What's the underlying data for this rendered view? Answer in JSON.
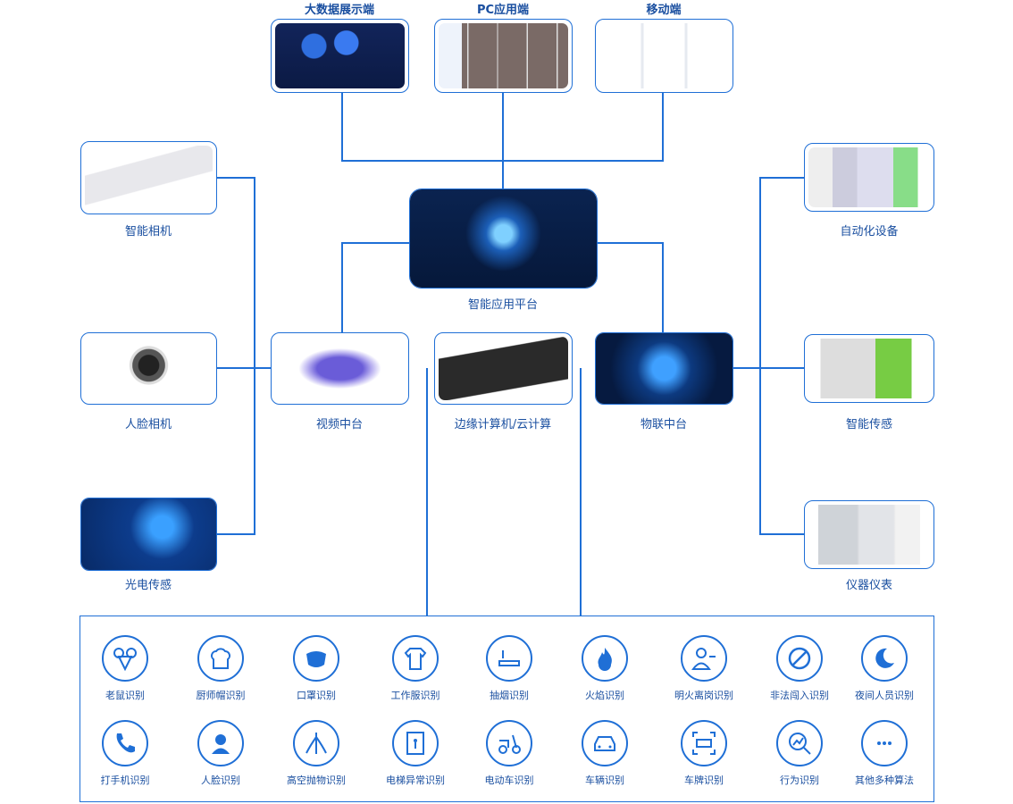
{
  "top_clients": [
    {
      "label": "大数据展示端"
    },
    {
      "label": "PC应用端"
    },
    {
      "label": "移动端"
    }
  ],
  "platform": {
    "label": "智能应用平台"
  },
  "middle": [
    {
      "label": "视频中台"
    },
    {
      "label": "边缘计算机/云计算"
    },
    {
      "label": "物联中台"
    }
  ],
  "left_devices": [
    {
      "label": "智能相机"
    },
    {
      "label": "人脸相机"
    },
    {
      "label": "光电传感"
    }
  ],
  "right_devices": [
    {
      "label": "自动化设备"
    },
    {
      "label": "智能传感"
    },
    {
      "label": "仪器仪表"
    }
  ],
  "algorithms": [
    {
      "label": "老鼠识别",
      "icon": "mouse-icon"
    },
    {
      "label": "厨师帽识别",
      "icon": "chef-hat-icon"
    },
    {
      "label": "口罩识别",
      "icon": "mask-icon"
    },
    {
      "label": "工作服识别",
      "icon": "uniform-icon"
    },
    {
      "label": "抽烟识别",
      "icon": "cigarette-icon"
    },
    {
      "label": "火焰识别",
      "icon": "flame-icon"
    },
    {
      "label": "明火离岗识别",
      "icon": "person-leave-icon"
    },
    {
      "label": "非法闯入识别",
      "icon": "forbidden-icon"
    },
    {
      "label": "夜间人员识别",
      "icon": "moon-icon"
    },
    {
      "label": "打手机识别",
      "icon": "phone-icon"
    },
    {
      "label": "人脸识别",
      "icon": "face-icon"
    },
    {
      "label": "高空抛物识别",
      "icon": "falling-object-icon"
    },
    {
      "label": "电梯异常识别",
      "icon": "elevator-icon"
    },
    {
      "label": "电动车识别",
      "icon": "scooter-icon"
    },
    {
      "label": "车辆识别",
      "icon": "car-icon"
    },
    {
      "label": "车牌识别",
      "icon": "license-plate-icon"
    },
    {
      "label": "行为识别",
      "icon": "behavior-icon"
    },
    {
      "label": "其他多种算法",
      "icon": "more-icon"
    }
  ]
}
